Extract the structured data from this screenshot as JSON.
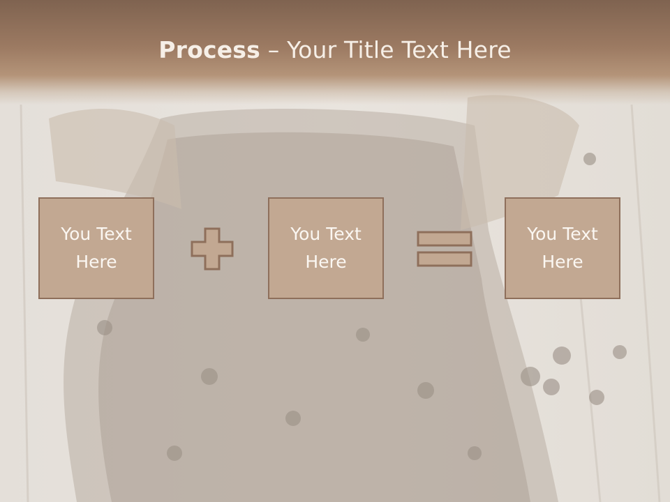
{
  "slide": {
    "title_bold": "Process",
    "title_separator": " – ",
    "title_rest": "Your Title Text Here"
  },
  "process": {
    "boxes": [
      {
        "label": "You Text Here"
      },
      {
        "label": "You Text Here"
      },
      {
        "label": "You Text Here"
      }
    ],
    "operators": [
      "plus-icon",
      "equals-icon"
    ]
  },
  "colors": {
    "title_band": "#9c7a62",
    "box_fill": "#c2a892",
    "box_border": "#8e6f5b",
    "text": "#fbf7f2"
  }
}
